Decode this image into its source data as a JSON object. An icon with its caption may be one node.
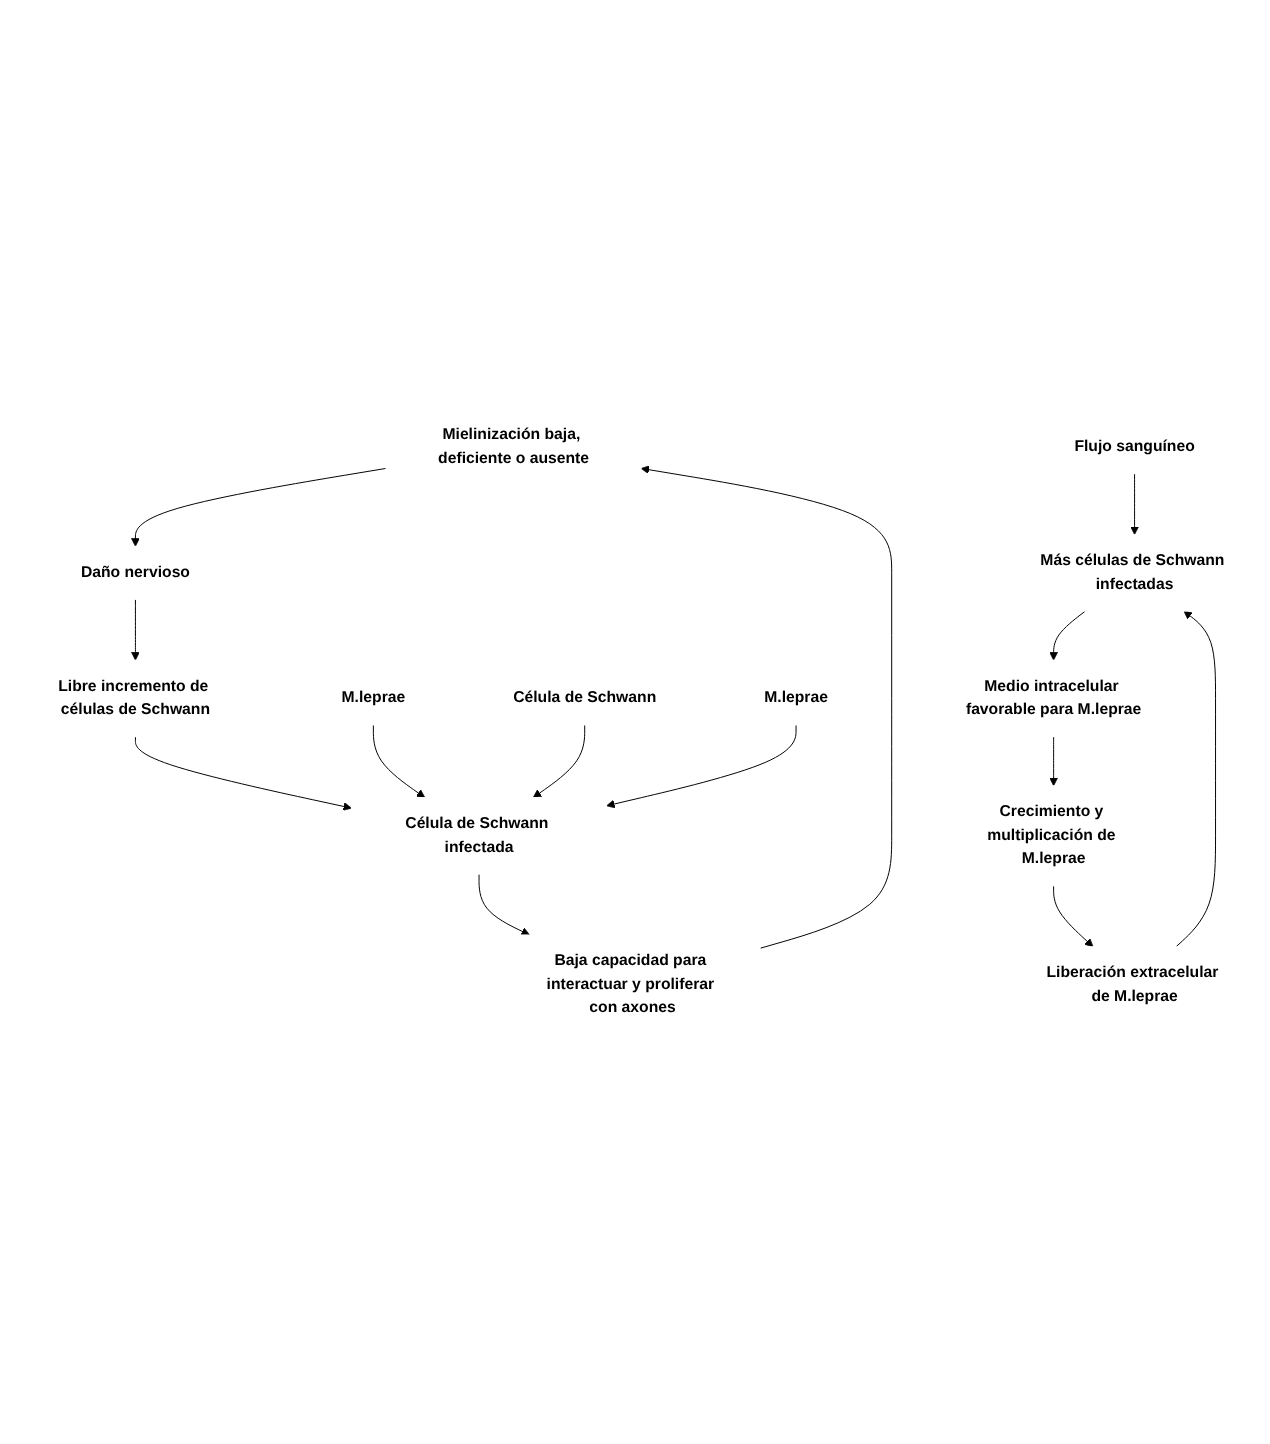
{
  "diagram": {
    "nodes": [
      {
        "text": [
          "Mielinización baja, deficiente o ausente"
        ]
      },
      {
        "text": [
          "Baja capacidad para interactuar y proliferar con axones"
        ]
      },
      {
        "text": [
          "Daño nervioso"
        ]
      },
      {
        "text": [
          "Libre incremento de células de Schwann"
        ]
      },
      {
        "text": [
          "M.leprae"
        ]
      },
      {
        "text": [
          "Célula de Schwann"
        ]
      },
      {
        "text": [
          "M.leprae"
        ]
      },
      {
        "text": [
          "Célula de Schwann infectada"
        ]
      },
      {
        "text": [
          "Más células de Schwann infectadas"
        ]
      },
      {
        "text": [
          "Flujo sanguíneo"
        ]
      },
      {
        "text": [
          "Medio intracelular favorable para M.leprae"
        ]
      },
      {
        "text": [
          "Liberación extracelular de M.leprae"
        ]
      },
      {
        "text": [
          "Crecimiento y multiplicación de M.leprae"
        ]
      }
    ],
    "edges": [
      {
        "from": 0,
        "to": 2,
        "arrow": "to"
      },
      {
        "from": 2,
        "to": 3,
        "arrow": "to"
      },
      {
        "from": 3,
        "to": 7,
        "arrow": "to"
      },
      {
        "from": 4,
        "to": 7,
        "arrow": "to"
      },
      {
        "from": 5,
        "to": 7,
        "arrow": "to"
      },
      {
        "from": 6,
        "to": 7,
        "arrow": "to"
      },
      {
        "from": 7,
        "to": 1,
        "arrow": "to"
      },
      {
        "from": 1,
        "to": 0,
        "arrow": "to"
      },
      {
        "from": 9,
        "to": 8,
        "arrow": "to"
      },
      {
        "from": 11,
        "to": 8,
        "arrow": "to"
      },
      {
        "from": 8,
        "to": 10,
        "arrow": "to"
      },
      {
        "from": 10,
        "to": 12,
        "arrow": "to"
      },
      {
        "from": 12,
        "to": 11,
        "arrow": "to"
      }
    ]
  }
}
